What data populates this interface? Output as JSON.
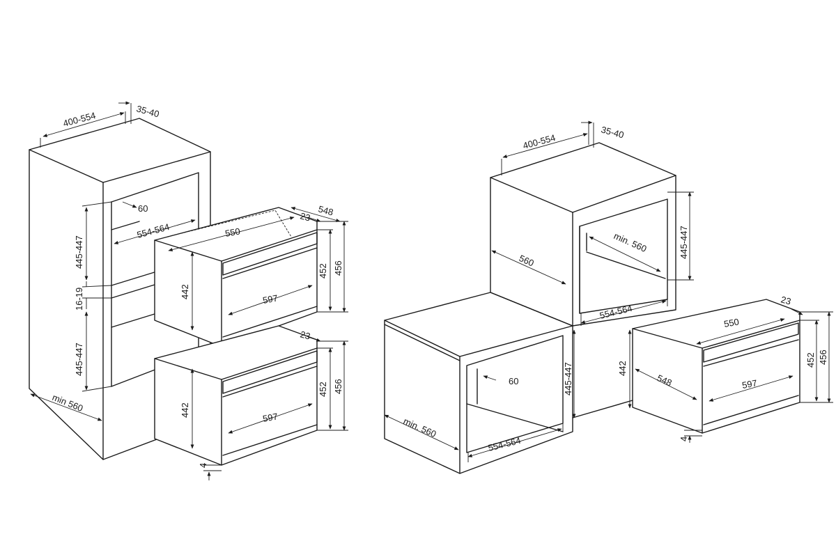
{
  "left_unit": {
    "column_width": "400-554",
    "column_gap": "35-40",
    "upper_niche_height": "445-447",
    "gap_height": "16-19",
    "lower_niche_height": "445-447",
    "column_depth": "min 560",
    "niche_inset": "60",
    "niche_width": "554-564",
    "upper_oven": {
      "top_width": "550",
      "depth": "548",
      "offset": "23",
      "front_width": "597",
      "body_height": "442",
      "front_height": "452",
      "total_height": "456"
    },
    "lower_oven": {
      "offset": "23",
      "front_width": "597",
      "body_height": "442",
      "front_height": "452",
      "total_height": "456",
      "bottom_gap": "4"
    }
  },
  "right_unit": {
    "column_width": "400-554",
    "column_gap": "35-40",
    "cabinet_depth": "560",
    "niche_height": "445-447",
    "niche_depth": "min. 560",
    "niche_width": "554-564",
    "base_niche_height": "445-447",
    "base_niche_inset": "60",
    "base_depth": "min. 560",
    "base_niche_width": "554-564",
    "oven": {
      "offset": "23",
      "top_width": "550",
      "body_height": "442",
      "depth": "548",
      "front_width": "597",
      "front_height": "452",
      "total_height": "456",
      "bottom_gap": "4"
    }
  }
}
